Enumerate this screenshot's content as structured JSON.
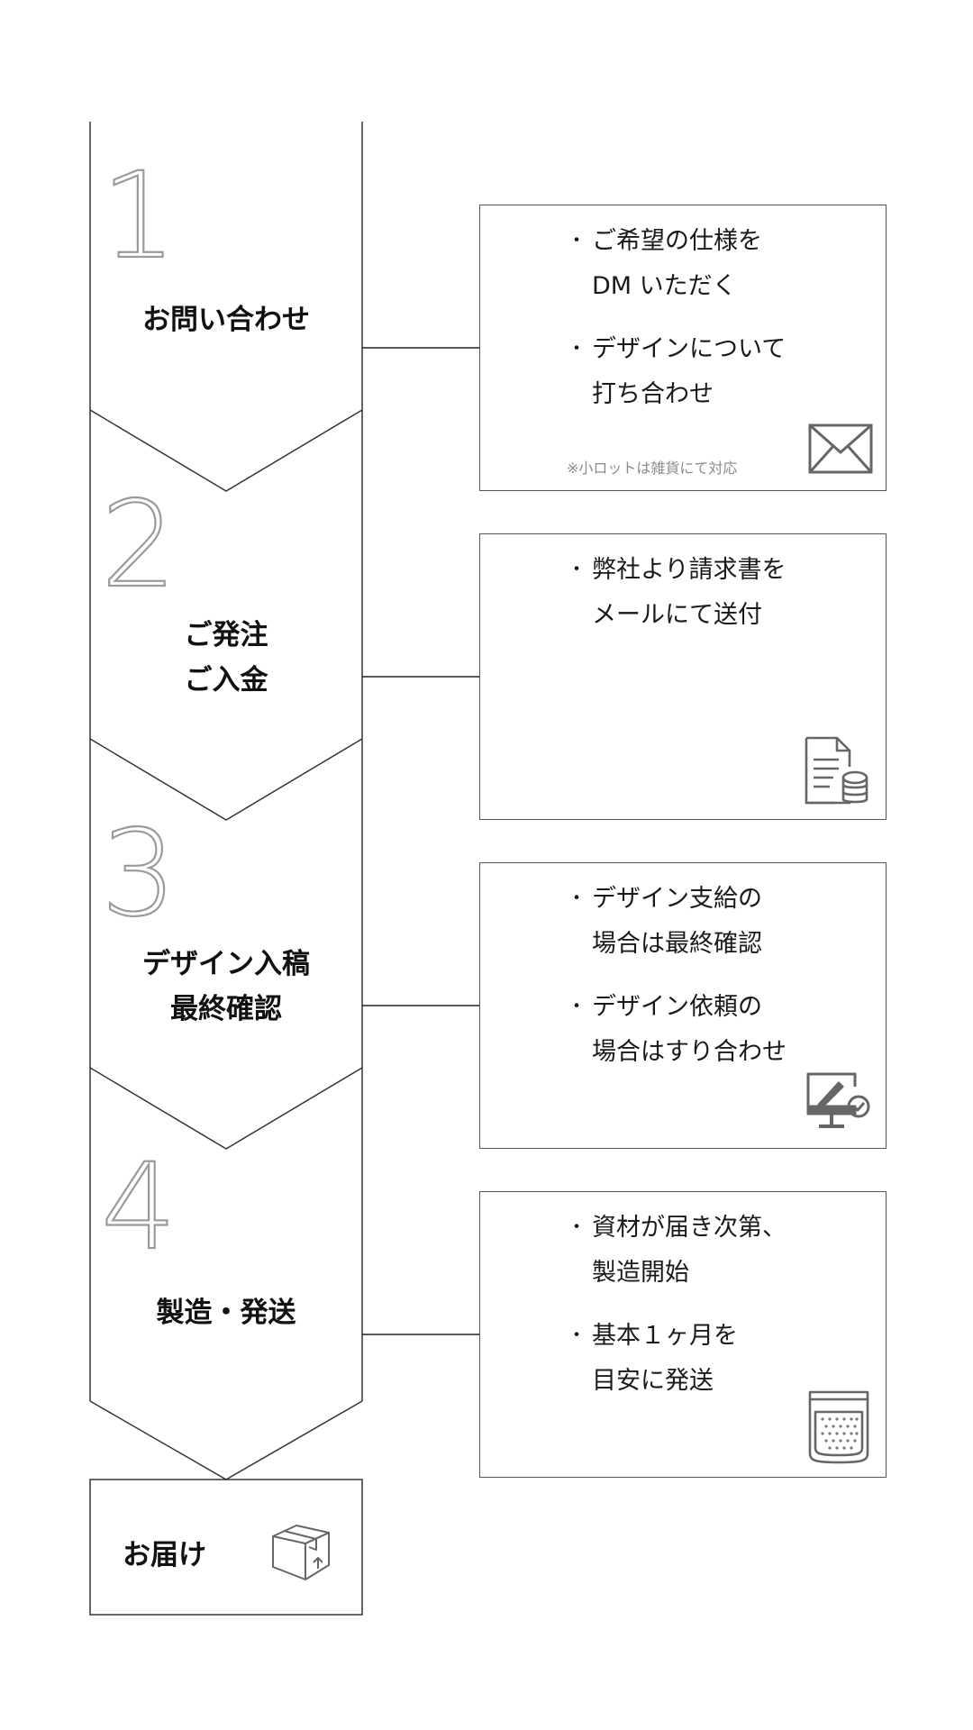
{
  "steps": [
    {
      "number": "1",
      "title_lines": [
        "お問い合わせ"
      ],
      "bullets": [
        {
          "lines": [
            "ご希望の仕様を",
            "DM いただく"
          ]
        },
        {
          "lines": [
            "デザインについて",
            "打ち合わせ"
          ]
        }
      ],
      "note": "※小ロットは雑貨にて対応",
      "icon": "envelope-icon"
    },
    {
      "number": "2",
      "title_lines": [
        "ご発注",
        "ご入金"
      ],
      "bullets": [
        {
          "lines": [
            "弊社より請求書を",
            "メールにて送付"
          ]
        }
      ],
      "icon": "invoice-coins-icon"
    },
    {
      "number": "3",
      "title_lines": [
        "デザイン入稿",
        "最終確認"
      ],
      "bullets": [
        {
          "lines": [
            "デザイン支給の",
            "場合は最終確認"
          ]
        },
        {
          "lines": [
            "デザイン依頼の",
            "場合はすり合わせ"
          ]
        }
      ],
      "icon": "monitor-design-icon"
    },
    {
      "number": "4",
      "title_lines": [
        "製造・発送"
      ],
      "bullets": [
        {
          "lines": [
            "資材が届き次第、",
            "製造開始"
          ]
        },
        {
          "lines": [
            "基本１ヶ月を",
            "目安に発送"
          ]
        }
      ],
      "icon": "pouch-bag-icon"
    }
  ],
  "delivery": {
    "title": "お届け",
    "icon": "package-box-icon"
  }
}
